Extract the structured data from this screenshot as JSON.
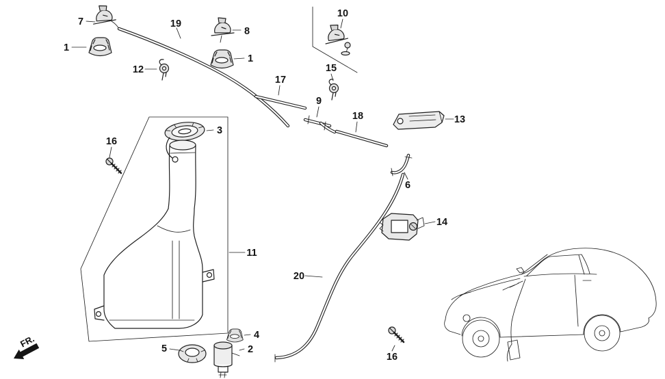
{
  "diagram": {
    "fr_label": "FR.",
    "labels": {
      "l7": "7",
      "l1a": "1",
      "l19": "19",
      "l8": "8",
      "l1b": "1",
      "l12": "12",
      "l10": "10",
      "l15": "15",
      "l17": "17",
      "l9": "9",
      "l18": "18",
      "l13": "13",
      "l6": "6",
      "l3": "3",
      "l16a": "16",
      "l11": "11",
      "l14": "14",
      "l20": "20",
      "l4": "4",
      "l5": "5",
      "l2": "2",
      "l16b": "16"
    }
  }
}
